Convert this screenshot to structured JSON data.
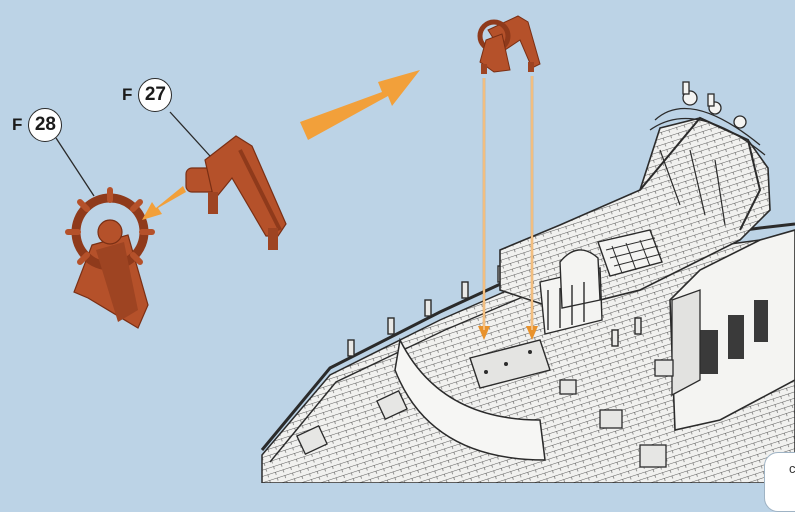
{
  "colors": {
    "background": "#bcd3e6",
    "part_fill": "#b5512a",
    "part_shade": "#8f3a1b",
    "arrow_orange": "#f2a03a",
    "guide_line": "#e8922c",
    "hull_line": "#2b2b2b",
    "deck_fill": "#f1f1ef"
  },
  "parts": [
    {
      "letter": "F",
      "number": "28",
      "name": "ship-wheel",
      "icon": "steering-wheel-icon"
    },
    {
      "letter": "F",
      "number": "27",
      "name": "wheel-bracket",
      "icon": "bracket-icon"
    }
  ],
  "page_tab": {
    "text": "c"
  }
}
